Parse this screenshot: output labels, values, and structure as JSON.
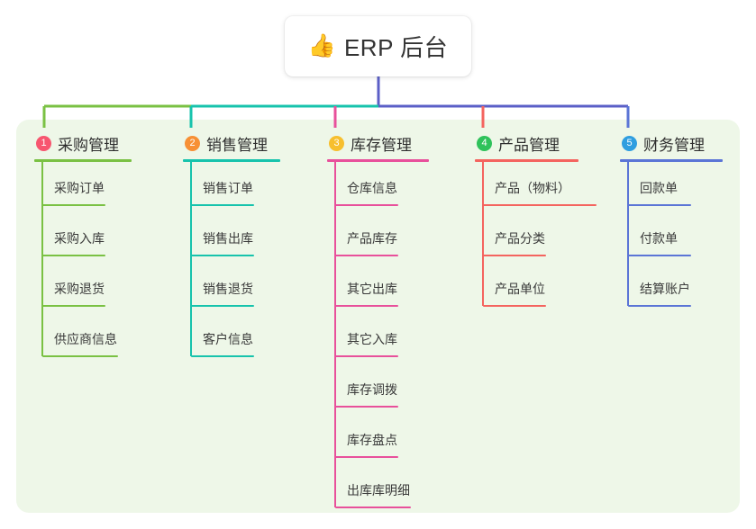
{
  "root": {
    "emoji": "👍",
    "emoji_name": "thumbs-up-icon",
    "title": "ERP 后台"
  },
  "theme": {
    "panel_bg": "#eef7e8",
    "page_bg": "#ffffff",
    "card_bg": "#ffffff",
    "text": "#333333",
    "root_stem": "#5b5fc7"
  },
  "trunk": {
    "segments": [
      {
        "name": "trunk-green",
        "color": "#7ac143"
      },
      {
        "name": "trunk-teal",
        "color": "#17c3ac"
      },
      {
        "name": "trunk-blue",
        "color": "#5b5fc7"
      }
    ]
  },
  "columns": [
    {
      "index": "1",
      "title": "采购管理",
      "badge_color": "#f7566f",
      "line_color": "#7ac143",
      "stub_color": "#7ac143",
      "items": [
        {
          "label": "采购订单"
        },
        {
          "label": "采购入库"
        },
        {
          "label": "采购退货"
        },
        {
          "label": "供应商信息"
        }
      ]
    },
    {
      "index": "2",
      "title": "销售管理",
      "badge_color": "#f79035",
      "line_color": "#17c3ac",
      "stub_color": "#17c3ac",
      "items": [
        {
          "label": "销售订单"
        },
        {
          "label": "销售出库"
        },
        {
          "label": "销售退货"
        },
        {
          "label": "客户信息"
        }
      ]
    },
    {
      "index": "3",
      "title": "库存管理",
      "badge_color": "#f7bf2e",
      "line_color": "#e8509b",
      "stub_color": "#e8509b",
      "items": [
        {
          "label": "仓库信息"
        },
        {
          "label": "产品库存"
        },
        {
          "label": "其它出库"
        },
        {
          "label": "其它入库"
        },
        {
          "label": "库存调拨"
        },
        {
          "label": "库存盘点"
        },
        {
          "label": "出库库明细"
        }
      ]
    },
    {
      "index": "4",
      "title": "产品管理",
      "badge_color": "#2fc25b",
      "line_color": "#f4645f",
      "stub_color": "#f4645f",
      "items": [
        {
          "label": "产品（物料）"
        },
        {
          "label": "产品分类"
        },
        {
          "label": "产品单位"
        }
      ]
    },
    {
      "index": "5",
      "title": "财务管理",
      "badge_color": "#2f9ee0",
      "line_color": "#5b75d6",
      "stub_color": "#5b75d6",
      "items": [
        {
          "label": "回款单"
        },
        {
          "label": "付款单"
        },
        {
          "label": "结算账户"
        }
      ]
    }
  ]
}
